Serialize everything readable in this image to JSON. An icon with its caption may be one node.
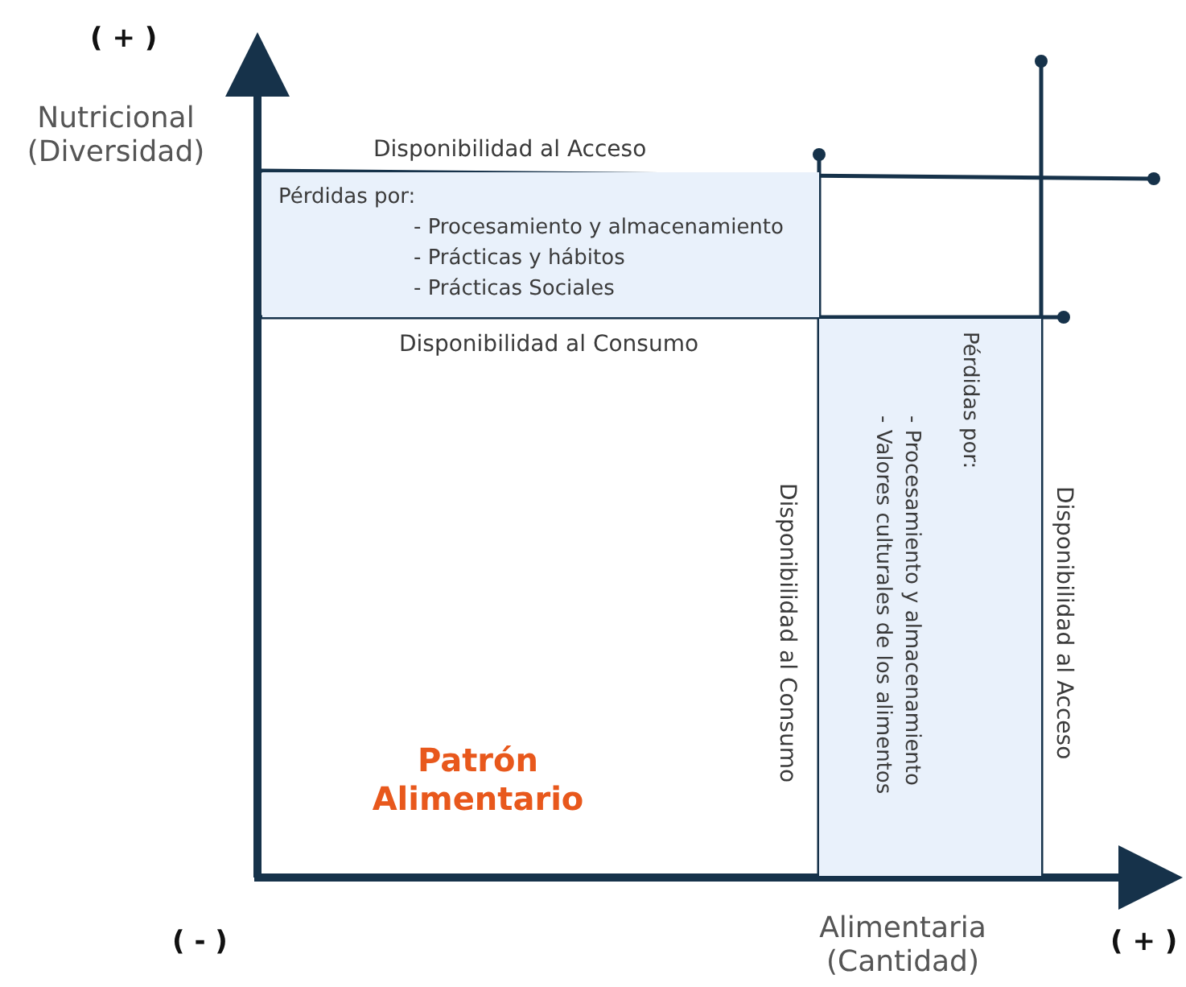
{
  "diagram": {
    "nodes": [
      {
        "text": [
          "Pérdidas por:",
          "- Procesamiento y almacenamiento",
          "- Prácticas y hábitos",
          "- Prácticas Sociales"
        ]
      },
      {
        "text": [
          "Pérdidas por:",
          "- Procesamiento y almacenamiento",
          "- Valores culturales de los alimentos"
        ]
      }
    ],
    "edges": [],
    "labels": [
      "( + )",
      "Nutricional (Diversidad)",
      "Disponibilidad al Acceso",
      "Disponibilidad al Consumo",
      "Disponibilidad al Consumo",
      "Disponibilidad al Acceso",
      "Patrón Alimentario",
      "( - )",
      "Alimentaria (Cantidad)",
      "( + )"
    ]
  }
}
